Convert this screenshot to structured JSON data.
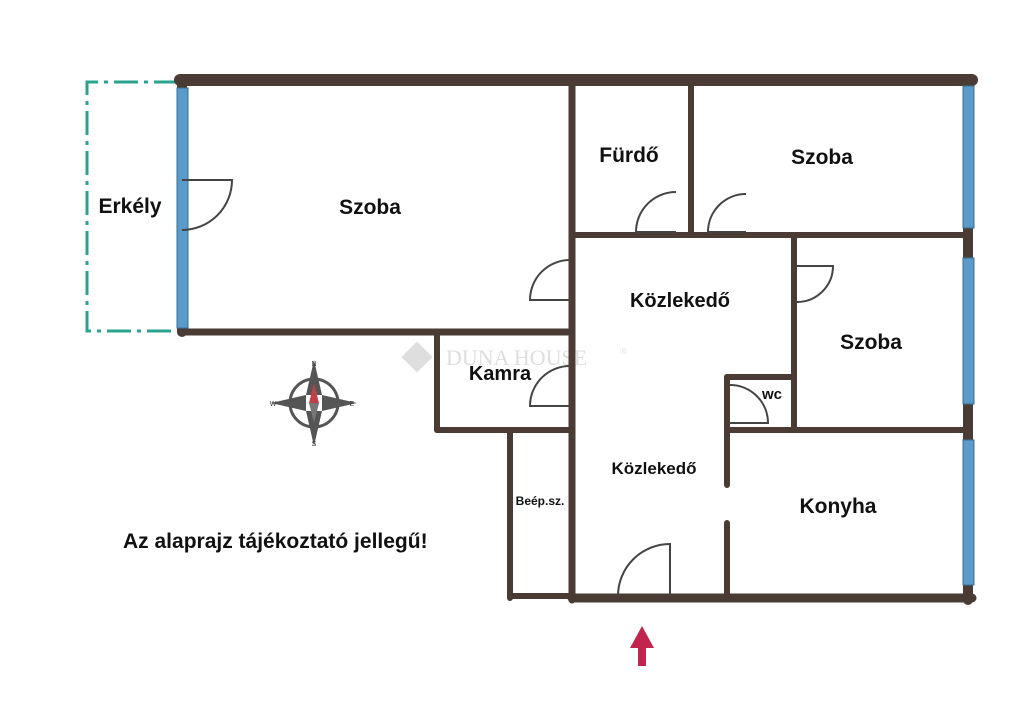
{
  "floorplan": {
    "rooms": {
      "balcony": "Erkély",
      "room_main": "Szoba",
      "bathroom": "Fürdő",
      "room_top_right": "Szoba",
      "corridor_upper": "Közlekedő",
      "room_right": "Szoba",
      "pantry": "Kamra",
      "wc": "wc",
      "corridor_lower": "Közlekedő",
      "builtin": "Beép.sz.",
      "kitchen": "Konyha"
    },
    "watermark": "DUNA HOUSE",
    "watermark_mark": "®",
    "compass": {
      "n": "N",
      "e": "E",
      "s": "S",
      "w": "W"
    },
    "note": "Az alaprajz tájékoztató jellegű!",
    "entrance_icon": "arrow-up-icon"
  },
  "colors": {
    "wall": "#4a3c34",
    "window": "#5b9bc9",
    "balcony_line": "#2aa38c",
    "door": "#444444",
    "entrance_arrow": "#c3244e",
    "compass_needle_n": "#c0404a",
    "compass_needle_s": "#777777"
  }
}
